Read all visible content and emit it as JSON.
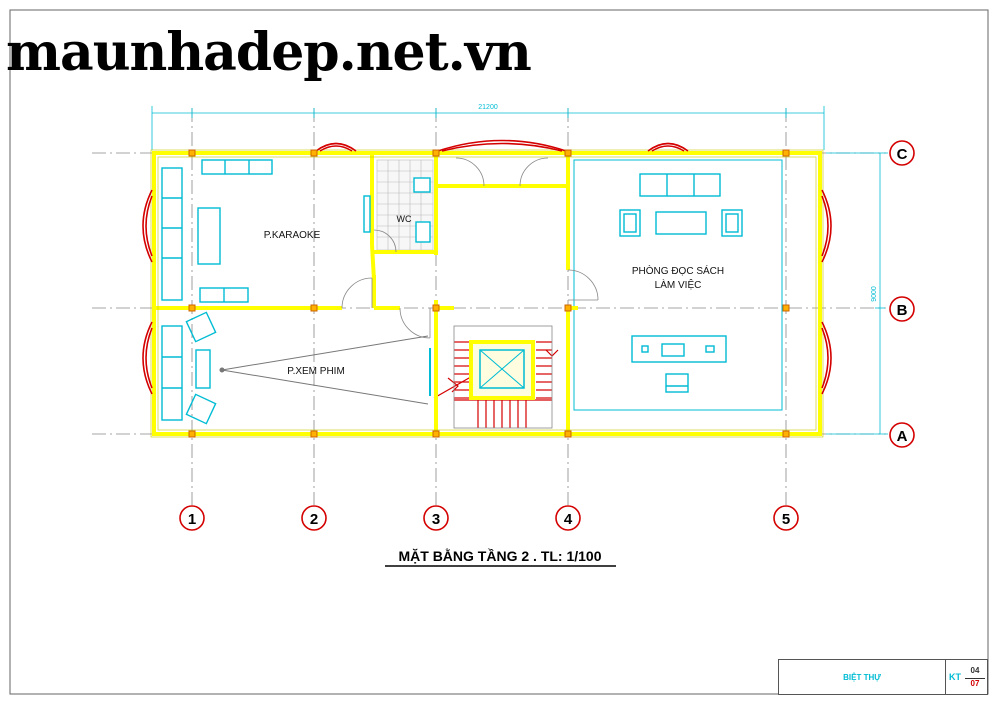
{
  "watermark": "maunhadep.net.vn",
  "drawing_title": "MẶT BẰNG TẦNG 2 . TL: 1/100",
  "dimensions": {
    "overall_width": "21200",
    "overall_depth": "9000"
  },
  "grid_columns": [
    "1",
    "2",
    "3",
    "4",
    "5"
  ],
  "grid_rows": [
    "C",
    "B",
    "A"
  ],
  "rooms": {
    "karaoke": "P.KARAOKE",
    "wc": "WC",
    "cinema": "P.XEM PHIM",
    "study_line1": "PHÒNG ĐỌC SÁCH",
    "study_line2": "LÀM VIỆC"
  },
  "title_block": {
    "project": "BIỆT THỰ",
    "code": "KT",
    "sheet": "04",
    "total": "07"
  },
  "colors": {
    "wall": "#ffff00",
    "furniture": "#00bcd4",
    "grid": "#777777",
    "dimension": "#00bcd4",
    "window": "#d40000",
    "stair": "#d40000",
    "column": "#ff9900"
  }
}
